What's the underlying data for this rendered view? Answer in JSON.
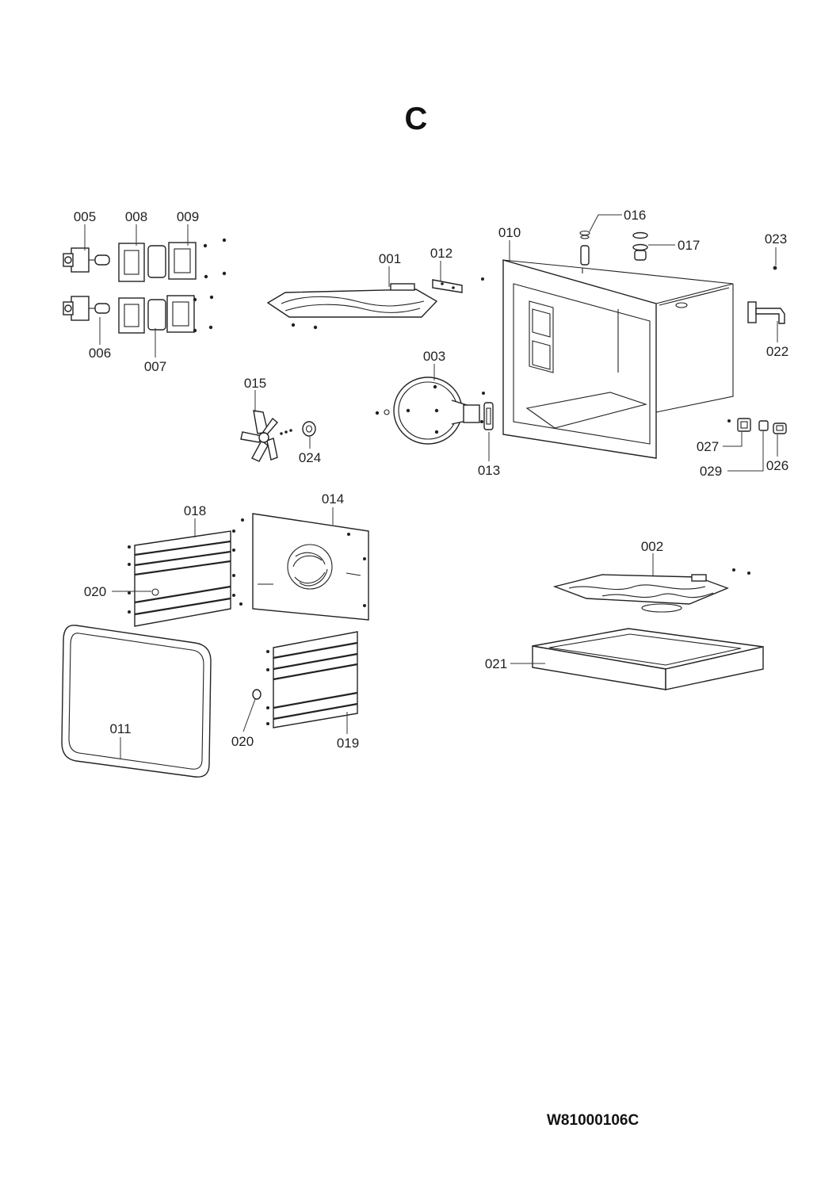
{
  "sheet": {
    "section_letter": "C",
    "document_number": "W81000106C"
  },
  "parts": [
    {
      "code": "001"
    },
    {
      "code": "002"
    },
    {
      "code": "003"
    },
    {
      "code": "005"
    },
    {
      "code": "006"
    },
    {
      "code": "007"
    },
    {
      "code": "008"
    },
    {
      "code": "009"
    },
    {
      "code": "010"
    },
    {
      "code": "011"
    },
    {
      "code": "012"
    },
    {
      "code": "013"
    },
    {
      "code": "014"
    },
    {
      "code": "015"
    },
    {
      "code": "016"
    },
    {
      "code": "017"
    },
    {
      "code": "018"
    },
    {
      "code": "019"
    },
    {
      "code": "020"
    },
    {
      "code": "020"
    },
    {
      "code": "021"
    },
    {
      "code": "022"
    },
    {
      "code": "023"
    },
    {
      "code": "024"
    },
    {
      "code": "026"
    },
    {
      "code": "027"
    },
    {
      "code": "029"
    }
  ]
}
